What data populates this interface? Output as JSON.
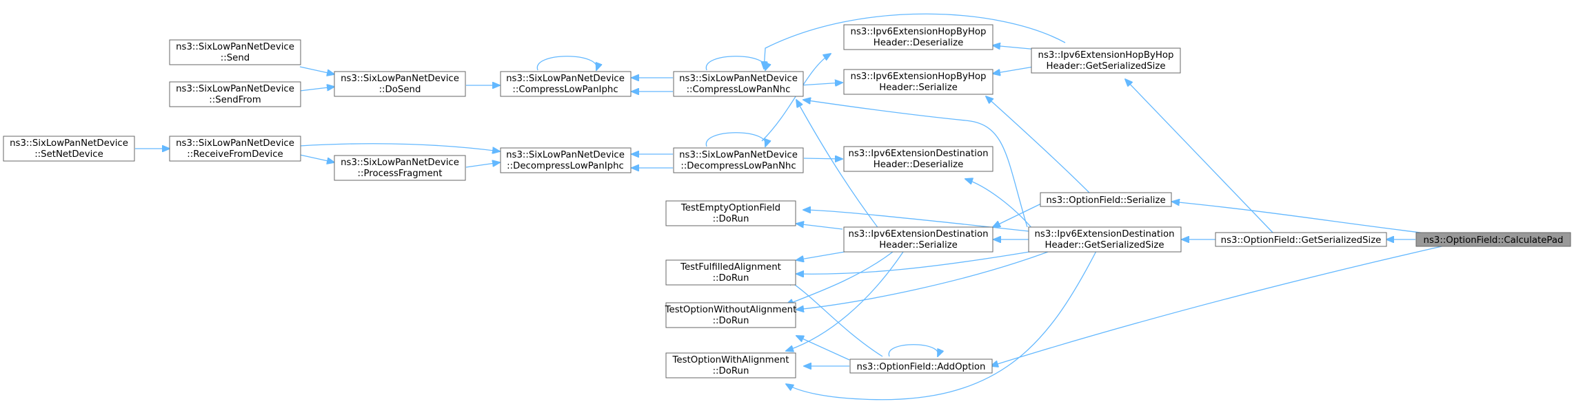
{
  "nodes": {
    "calculatepad": [
      "ns3::OptionField::CalculatePad"
    ],
    "getserializedsize": [
      "ns3::OptionField::GetSerializedSize"
    ],
    "of_serialize": [
      "ns3::OptionField::Serialize"
    ],
    "addoption": [
      "ns3::OptionField::AddOption"
    ],
    "hbh_getsize": [
      "ns3::Ipv6ExtensionHopByHop",
      "Header::GetSerializedSize"
    ],
    "dest_getsize": [
      "ns3::Ipv6ExtensionDestination",
      "Header::GetSerializedSize"
    ],
    "hbh_deser": [
      "ns3::Ipv6ExtensionHopByHop",
      "Header::Deserialize"
    ],
    "hbh_ser": [
      "ns3::Ipv6ExtensionHopByHop",
      "Header::Serialize"
    ],
    "dest_deser": [
      "ns3::Ipv6ExtensionDestination",
      "Header::Deserialize"
    ],
    "dest_ser": [
      "ns3::Ipv6ExtensionDestination",
      "Header::Serialize"
    ],
    "compnhc": [
      "ns3::SixLowPanNetDevice",
      "::CompressLowPanNhc"
    ],
    "decompnhc": [
      "ns3::SixLowPanNetDevice",
      "::DecompressLowPanNhc"
    ],
    "compiphc": [
      "ns3::SixLowPanNetDevice",
      "::CompressLowPanIphc"
    ],
    "decompiphc": [
      "ns3::SixLowPanNetDevice",
      "::DecompressLowPanIphc"
    ],
    "dosend": [
      "ns3::SixLowPanNetDevice",
      "::DoSend"
    ],
    "send": [
      "ns3::SixLowPanNetDevice",
      "::Send"
    ],
    "sendfrom": [
      "ns3::SixLowPanNetDevice",
      "::SendFrom"
    ],
    "receive": [
      "ns3::SixLowPanNetDevice",
      "::ReceiveFromDevice"
    ],
    "procfrag": [
      "ns3::SixLowPanNetDevice",
      "::ProcessFragment"
    ],
    "setnetdev": [
      "ns3::SixLowPanNetDevice",
      "::SetNetDevice"
    ],
    "t_empty": [
      "TestEmptyOptionField",
      "::DoRun"
    ],
    "t_fulfilled": [
      "TestFulfilledAlignment",
      "::DoRun"
    ],
    "t_without": [
      "TestOptionWithoutAlignment",
      "::DoRun"
    ],
    "t_with": [
      "TestOptionWithAlignment",
      "::DoRun"
    ]
  },
  "colors": {
    "edge": "#63b8ff",
    "node_border": "#666666",
    "focus_fill": "#999999"
  }
}
